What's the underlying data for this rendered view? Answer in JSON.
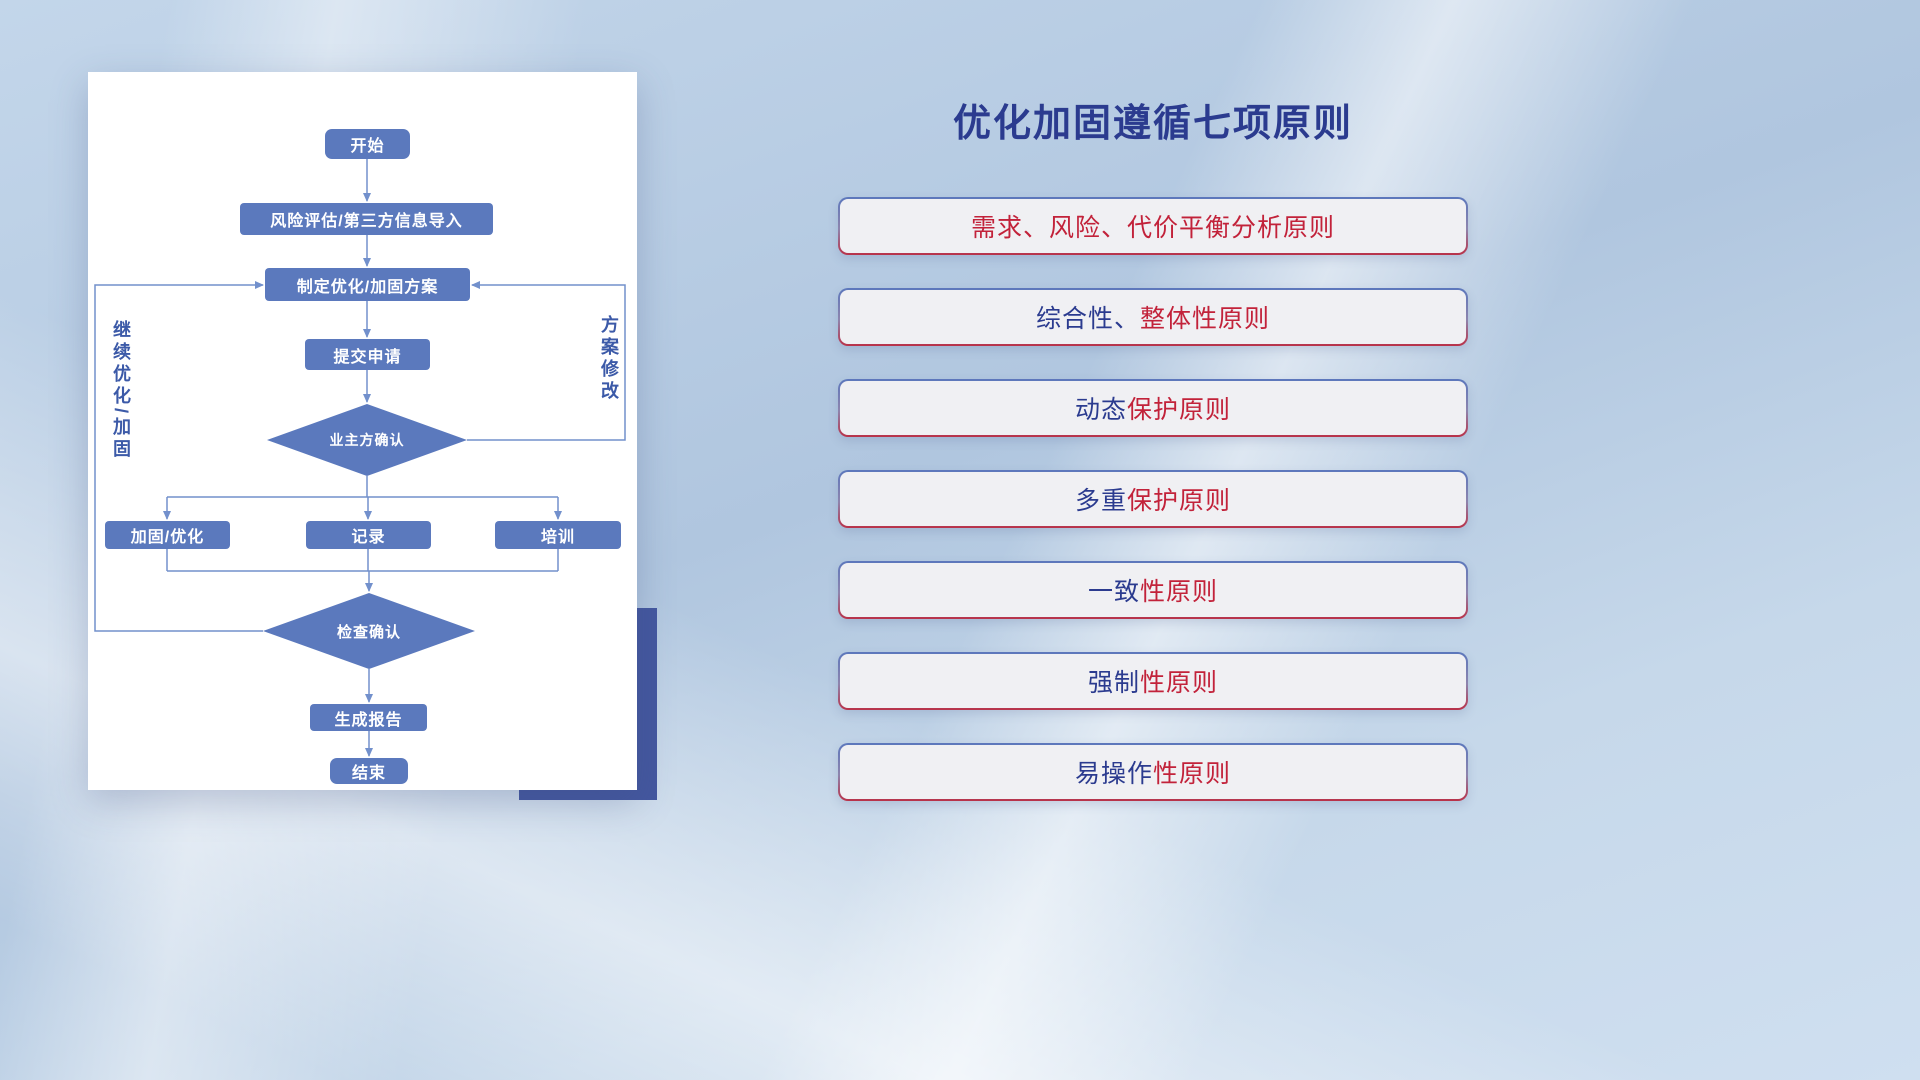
{
  "flowchart": {
    "nodes": {
      "start": "开始",
      "risk_assessment": "风险评估/第三方信息导入",
      "make_plan": "制定优化/加固方案",
      "submit_request": "提交申请",
      "owner_confirm": "业主方确认",
      "reinforce_optimize": "加固/优化",
      "record": "记录",
      "training": "培训",
      "check_confirm": "检查确认",
      "generate_report": "生成报告",
      "end": "结束"
    },
    "side_labels": {
      "continue_loop": "继续优化/加固",
      "plan_revision": "方案修改"
    }
  },
  "panel": {
    "title": "优化加固遵循七项原则",
    "principles": [
      {
        "blue": "",
        "red": "需求、风险、代价平衡分析原则"
      },
      {
        "blue": "综合性、",
        "red": "整体性原则"
      },
      {
        "blue": "动态",
        "red": "保护原则"
      },
      {
        "blue": "多重",
        "red": "保护原则"
      },
      {
        "blue": "一致",
        "red": "性原则"
      },
      {
        "blue": "强制",
        "red": "性原则"
      },
      {
        "blue": "易操作",
        "red": "性原则"
      }
    ]
  },
  "colors": {
    "node_fill": "#5b79bd",
    "connector_line": "#7290cc",
    "title": "#2b3b8f",
    "principle_blue": "#2b3b8f",
    "principle_red": "#c2223a",
    "card_shadow_block": "#44579f"
  }
}
